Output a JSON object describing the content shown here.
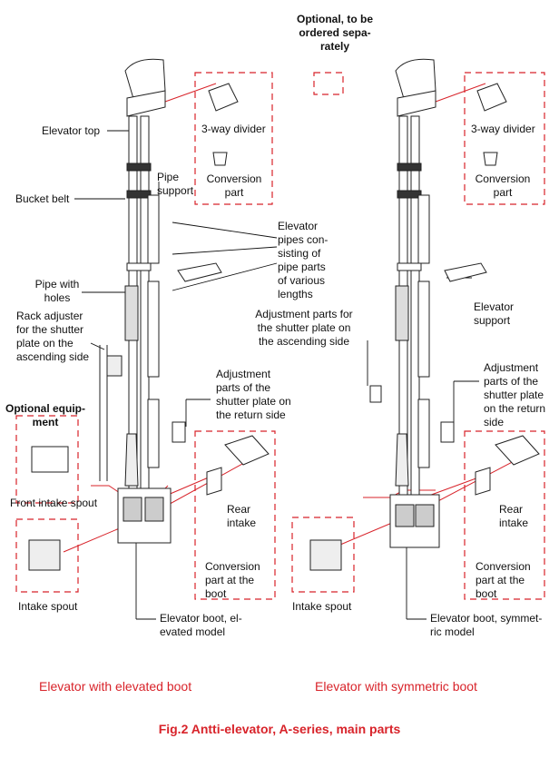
{
  "header": {
    "optional_note": "Optional, to be\nordered sepa-\nrately"
  },
  "left": {
    "elevator_top": "Elevator top",
    "bucket_belt": "Bucket belt",
    "pipe_support": "Pipe\nsupport",
    "pipe_with_holes": "Pipe with\nholes",
    "rack_adjuster": "Rack adjuster\nfor the shutter\nplate on the\nascending side",
    "optional_equipment": "Optional equip-\nment",
    "front_intake_spout": "Front intake spout",
    "intake_spout": "Intake spout",
    "three_way_divider": "3-way divider",
    "conversion_part": "Conversion\npart",
    "adjustment_return": "Adjustment\nparts of the\nshutter plate on\nthe return side",
    "rear_intake": "Rear\nintake",
    "conversion_boot": "Conversion\npart at the\nboot",
    "elevator_boot": "Elevator boot, el-\nevated model",
    "caption": "Elevator with elevated boot"
  },
  "middle": {
    "elevator_pipes": "Elevator\npipes con-\nsisting of\npipe parts\nof various\nlengths"
  },
  "right": {
    "three_way_divider": "3-way divider",
    "conversion_part": "Conversion\npart",
    "elevator_support": "Elevator\nsupport",
    "adjustment_ascending": "Adjustment parts for\nthe shutter plate on\nthe ascending side",
    "adjustment_return": "Adjustment\nparts of the\nshutter plate\non the return\nside",
    "rear_intake": "Rear\nintake",
    "conversion_boot": "Conversion\npart at the\nboot",
    "intake_spout": "Intake spout",
    "elevator_boot": "Elevator boot, symmet-\nric model",
    "caption": "Elevator with symmetric boot"
  },
  "figure_caption": "Fig.2 Antti-elevator, A-series, main parts",
  "colors": {
    "accent": "#d8232a",
    "ink": "#111111"
  }
}
